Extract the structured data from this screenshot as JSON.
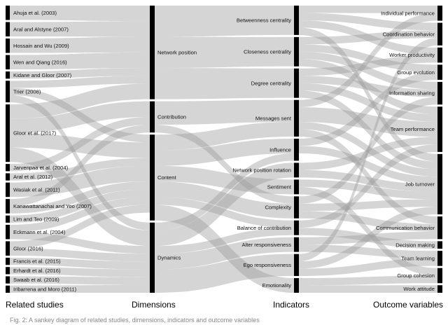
{
  "colors": {
    "node_bar": "#000000",
    "link": "#9a9a9a",
    "link_opacity": 0.42,
    "background": "#ffffff",
    "text": "#111111"
  },
  "headings": {
    "studies": "Related studies",
    "dimensions": "Dimensions",
    "indicators": "Indicators",
    "outcomes": "Outcome variables"
  },
  "caption": "Fig. 2: A sankey diagram of related studies, dimensions, indicators and outcome variables",
  "columns": {
    "studies": [
      "Ahuja et al. (2003)",
      "Aral and Alstyne (2007)",
      "Hossain and Wu (2009)",
      "Wen and Qiang (2016)",
      "Kidane and Gloor (2007)",
      "Trier (2008)",
      "Gloor et al. (2017)",
      "Jarvenpaa et al. (2004)",
      "Aral et al. (2012)",
      "Wasiak et al. (2011)",
      "Kanawattanachai and Yoo (2007)",
      "Lim and Teo (2009)",
      "Eckmann et al. (2004)",
      "Gloor (2016)",
      "Francis et al. (2015)",
      "Erhardt et al. (2016)",
      "Swaab et al. (2016)",
      "Iribarrena and Moro (2011)"
    ],
    "dimensions": [
      "Network position",
      "Contribution",
      "Content",
      "Dynamics"
    ],
    "indicators": [
      "Betweenness centrality",
      "Closeness centrality",
      "Degree centrality",
      "Messages sent",
      "Influence",
      "Network position rotation",
      "Sentiment",
      "Complexity",
      "Balance of contribution",
      "Alter responsiveness",
      "Ego responsiveness",
      "Emotionality"
    ],
    "outcomes": [
      "Individual performance",
      "Coordination behavior",
      "Worker productivity",
      "Group evolution",
      "Information sharing",
      "Team performance",
      "Job turnover",
      "Communication behavior",
      "Decision making",
      "Team learning",
      "Group cohesion",
      "Work attitude"
    ]
  },
  "flows_study_dimension": [
    [
      "Ahuja et al. (2003)",
      "Network position",
      2
    ],
    [
      "Aral and Alstyne (2007)",
      "Network position",
      2
    ],
    [
      "Hossain and Wu (2009)",
      "Network position",
      2
    ],
    [
      "Wen and Qiang (2016)",
      "Network position",
      2
    ],
    [
      "Kidane and Gloor (2007)",
      "Network position",
      1
    ],
    [
      "Trier (2008)",
      "Network position",
      1
    ],
    [
      "Trier (2008)",
      "Content",
      1
    ],
    [
      "Trier (2008)",
      "Dynamics",
      1
    ],
    [
      "Gloor et al. (2017)",
      "Network position",
      2
    ],
    [
      "Gloor et al. (2017)",
      "Contribution",
      2
    ],
    [
      "Gloor et al. (2017)",
      "Content",
      2
    ],
    [
      "Gloor et al. (2017)",
      "Dynamics",
      2
    ],
    [
      "Jarvenpaa et al. (2004)",
      "Contribution",
      1
    ],
    [
      "Aral et al. (2012)",
      "Content",
      1
    ],
    [
      "Wasiak et al. (2011)",
      "Content",
      2
    ],
    [
      "Kanawattanachai and Yoo (2007)",
      "Contribution",
      1
    ],
    [
      "Kanawattanachai and Yoo (2007)",
      "Content",
      1
    ],
    [
      "Lim and Teo (2009)",
      "Content",
      1
    ],
    [
      "Eckmann et al. (2004)",
      "Dynamics",
      1
    ],
    [
      "Eckmann et al. (2004)",
      "Content",
      1
    ],
    [
      "Gloor (2016)",
      "Content",
      1
    ],
    [
      "Gloor (2016)",
      "Dynamics",
      1
    ],
    [
      "Francis et al. (2015)",
      "Dynamics",
      1
    ],
    [
      "Erhardt et al. (2016)",
      "Dynamics",
      1
    ],
    [
      "Swaab et al. (2016)",
      "Dynamics",
      1
    ],
    [
      "Iribarrena and Moro (2011)",
      "Dynamics",
      1
    ]
  ],
  "flows_dimension_indicator": [
    [
      "Network position",
      "Betweenness centrality",
      4
    ],
    [
      "Network position",
      "Closeness centrality",
      4
    ],
    [
      "Network position",
      "Degree centrality",
      4
    ],
    [
      "Contribution",
      "Messages sent",
      3
    ],
    [
      "Contribution",
      "Complexity",
      1
    ],
    [
      "Content",
      "Influence",
      2
    ],
    [
      "Content",
      "Sentiment",
      2
    ],
    [
      "Content",
      "Complexity",
      2
    ],
    [
      "Content",
      "Emotionality",
      2
    ],
    [
      "Content",
      "Messages sent",
      2
    ],
    [
      "Content",
      "Balance of contribution",
      1
    ],
    [
      "Dynamics",
      "Network position rotation",
      2
    ],
    [
      "Dynamics",
      "Alter responsiveness",
      2
    ],
    [
      "Dynamics",
      "Ego responsiveness",
      3
    ],
    [
      "Dynamics",
      "Influence",
      1
    ],
    [
      "Dynamics",
      "Balance of contribution",
      1
    ]
  ],
  "flows_indicator_outcome": [
    [
      "Betweenness centrality",
      "Individual performance",
      1
    ],
    [
      "Betweenness centrality",
      "Coordination behavior",
      1
    ],
    [
      "Betweenness centrality",
      "Worker productivity",
      1
    ],
    [
      "Betweenness centrality",
      "Job turnover",
      1
    ],
    [
      "Closeness centrality",
      "Coordination behavior",
      1
    ],
    [
      "Closeness centrality",
      "Group evolution",
      1
    ],
    [
      "Closeness centrality",
      "Team performance",
      1
    ],
    [
      "Closeness centrality",
      "Information sharing",
      1
    ],
    [
      "Degree centrality",
      "Information sharing",
      1
    ],
    [
      "Degree centrality",
      "Worker productivity",
      1
    ],
    [
      "Degree centrality",
      "Team performance",
      1
    ],
    [
      "Degree centrality",
      "Job turnover",
      1
    ],
    [
      "Messages sent",
      "Team performance",
      2
    ],
    [
      "Messages sent",
      "Job turnover",
      1
    ],
    [
      "Messages sent",
      "Individual performance",
      1
    ],
    [
      "Messages sent",
      "Communication behavior",
      1
    ],
    [
      "Influence",
      "Job turnover",
      1
    ],
    [
      "Influence",
      "Group evolution",
      1
    ],
    [
      "Network position rotation",
      "Job turnover",
      1
    ],
    [
      "Network position rotation",
      "Team performance",
      1
    ],
    [
      "Sentiment",
      "Job turnover",
      1
    ],
    [
      "Sentiment",
      "Group cohesion",
      1
    ],
    [
      "Complexity",
      "Job turnover",
      1
    ],
    [
      "Complexity",
      "Information sharing",
      1
    ],
    [
      "Complexity",
      "Communication behavior",
      1
    ],
    [
      "Balance of contribution",
      "Team performance",
      1
    ],
    [
      "Balance of contribution",
      "Decision making",
      1
    ],
    [
      "Alter responsiveness",
      "Communication behavior",
      1
    ],
    [
      "Alter responsiveness",
      "Team learning",
      1
    ],
    [
      "Ego responsiveness",
      "Job turnover",
      1
    ],
    [
      "Ego responsiveness",
      "Team learning",
      1
    ],
    [
      "Ego responsiveness",
      "Coordination behavior",
      1
    ],
    [
      "Emotionality",
      "Work attitude",
      1
    ],
    [
      "Emotionality",
      "Group cohesion",
      1
    ]
  ]
}
